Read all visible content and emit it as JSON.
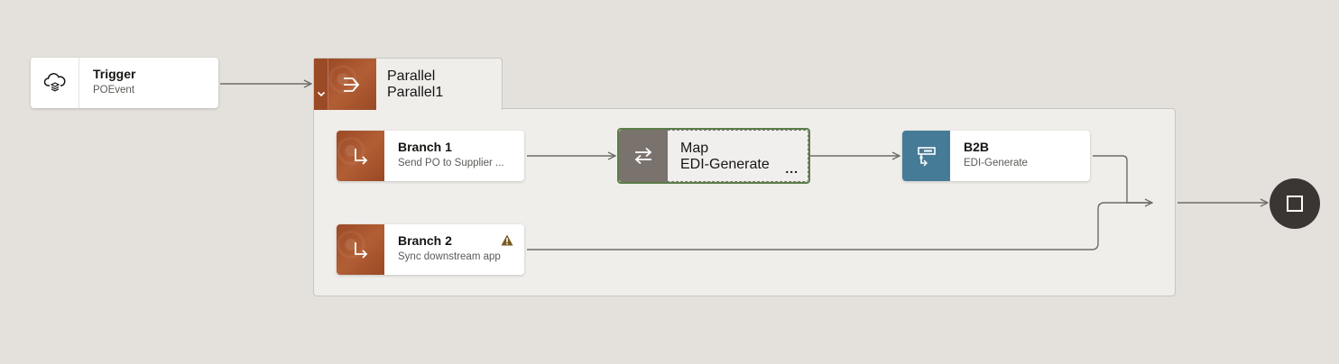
{
  "nodes": {
    "trigger": {
      "title": "Trigger",
      "subtitle": "POEvent",
      "icon": "cloud-trigger-icon"
    },
    "parallel": {
      "title": "Parallel",
      "subtitle": "Parallel1",
      "icon": "parallel-icon"
    },
    "branch1": {
      "title": "Branch 1",
      "subtitle": "Send PO to Supplier ...",
      "icon": "branch-arrow-icon"
    },
    "map": {
      "title": "Map",
      "subtitle": "EDI-Generate",
      "icon": "map-exchange-icon",
      "more": "..."
    },
    "b2b": {
      "title": "B2B",
      "subtitle": "EDI-Generate",
      "icon": "b2b-icon"
    },
    "branch2": {
      "title": "Branch 2",
      "subtitle": "Sync downstream app",
      "icon": "branch-arrow-icon",
      "status": "warning-icon"
    },
    "end": {
      "icon": "stop-square-icon"
    }
  },
  "colors": {
    "canvas": "#e4e1dc",
    "container": "#f0eeeb",
    "action_wood": "#a85530",
    "map_tile": "#7a726d",
    "b2b_tile": "#467b98",
    "selected_outline": "#5b7d4a",
    "end_node": "#3a3633",
    "connector": "#6f6c68",
    "warning": "#7a5a1e"
  }
}
